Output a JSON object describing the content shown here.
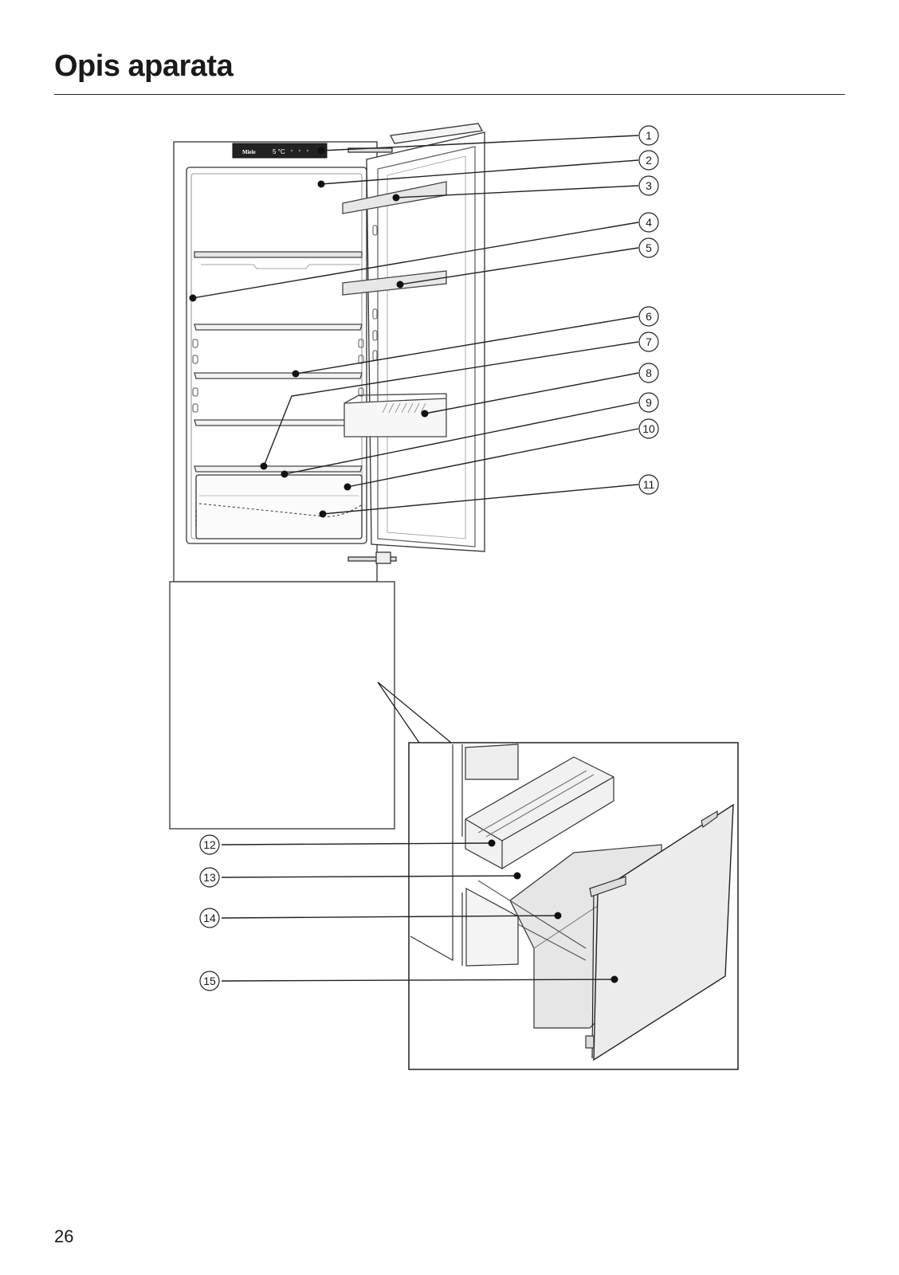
{
  "page": {
    "title": "Opis aparata",
    "number": "26"
  },
  "display_panel": {
    "brand": "Miele",
    "temperature": "5 °C"
  },
  "callouts": [
    {
      "num": "1"
    },
    {
      "num": "2"
    },
    {
      "num": "3"
    },
    {
      "num": "4"
    },
    {
      "num": "5"
    },
    {
      "num": "6"
    },
    {
      "num": "7"
    },
    {
      "num": "8"
    },
    {
      "num": "9"
    },
    {
      "num": "10"
    },
    {
      "num": "11"
    },
    {
      "num": "12"
    },
    {
      "num": "13"
    },
    {
      "num": "14"
    },
    {
      "num": "15"
    }
  ]
}
